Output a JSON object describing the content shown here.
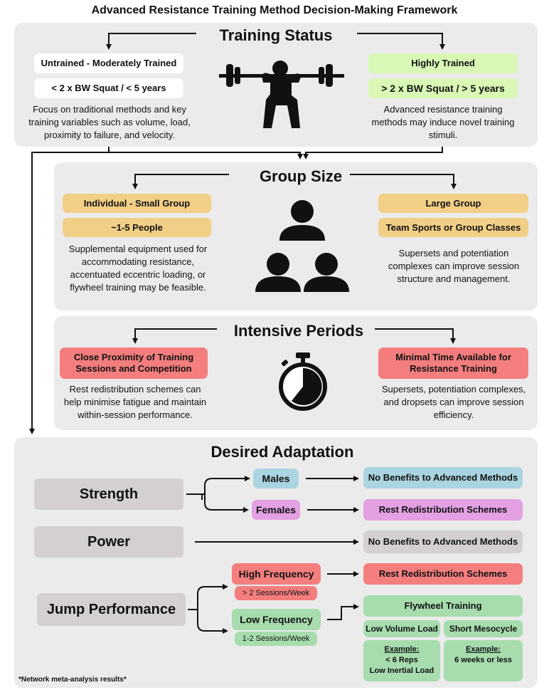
{
  "header": {
    "title": "Advanced Resistance Training Method Decision-Making Framework"
  },
  "training_status": {
    "title": "Training Status",
    "left": {
      "label": "Untrained - Moderately Trained",
      "criteria": "< 2 x BW Squat / < 5 years",
      "description": "Focus on traditional methods and key training variables such as volume, load, proximity to failure, and velocity."
    },
    "right": {
      "label": "Highly Trained",
      "criteria": "> 2 x BW Squat / > 5 years",
      "description": "Advanced resistance training methods may induce novel training stimuli."
    }
  },
  "group_size": {
    "title": "Group Size",
    "left": {
      "label": "Individual - Small Group",
      "criteria": "~1-5 People",
      "description": "Supplemental equipment used for accommodating resistance, accentuated eccentric loading, or flywheel training may be feasible."
    },
    "right": {
      "label": "Large Group",
      "criteria": "Team Sports or Group Classes",
      "description": "Supersets and potentiation complexes can improve session structure and management."
    }
  },
  "intensive_periods": {
    "title": "Intensive Periods",
    "left": {
      "label": "Close Proximity of Training Sessions and Competition",
      "description": "Rest redistribution schemes can help minimise fatigue and maintain within-session performance."
    },
    "right": {
      "label": "Minimal Time Available for Resistance Training",
      "description": "Supersets, potentiation complexes, and dropsets can improve session efficiency."
    }
  },
  "desired_adaptation": {
    "title": "Desired Adaptation",
    "strength": {
      "label": "Strength",
      "males": "Males",
      "females": "Females",
      "males_result": "No Benefits to Advanced Methods",
      "females_result": "Rest Redistribution Schemes"
    },
    "power": {
      "label": "Power",
      "result": "No Benefits to Advanced Methods"
    },
    "jump": {
      "label": "Jump Performance",
      "high_freq": "High Frequency",
      "high_freq_sub": "> 2 Sessions/Week",
      "low_freq": "Low Frequency",
      "low_freq_sub": "1-2 Sessions/Week",
      "high_result": "Rest Redistribution Schemes",
      "flywheel": {
        "title": "Flywheel Training",
        "low_volume": "Low Volume Load",
        "short_meso": "Short Mesocycle",
        "example_label": "Example:",
        "example_reps": "< 6 Reps",
        "example_inertial": "Low Inertial Load",
        "example_weeks": "6 weeks or less"
      }
    }
  },
  "footnote": "*Network meta-analysis results*",
  "colors": {
    "panel": "#ebebeb",
    "green": "#d9f7b5",
    "tan": "#f2cf86",
    "red": "#f47e7e",
    "blue": "#a9d4e0",
    "pink": "#e3a1e3",
    "grey": "#d4d0d0",
    "mint": "#a7dcae"
  },
  "icons": [
    "barbell-squat-icon",
    "group-people-icon",
    "stopwatch-icon"
  ]
}
